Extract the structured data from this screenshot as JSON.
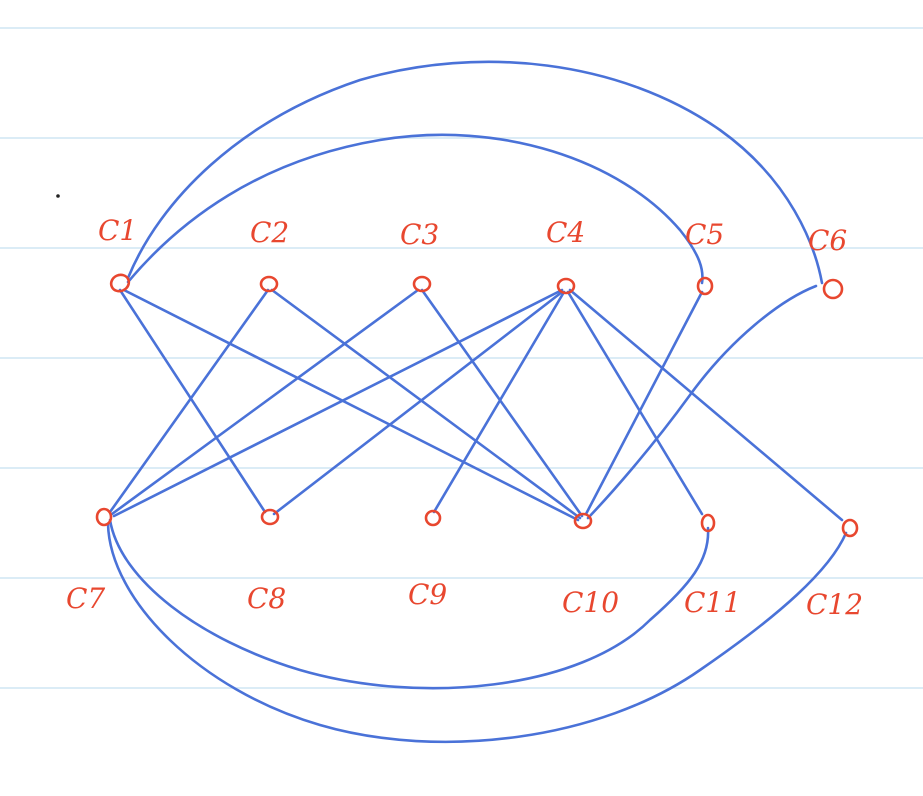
{
  "colors": {
    "paper": "#ffffff",
    "ruled_line": "#cfe6f3",
    "edge": "#4a72d8",
    "node": "#e8472f"
  },
  "nodes": [
    {
      "id": "c1",
      "label": "C1",
      "row": "top"
    },
    {
      "id": "c2",
      "label": "C2",
      "row": "top"
    },
    {
      "id": "c3",
      "label": "C3",
      "row": "top"
    },
    {
      "id": "c4",
      "label": "C4",
      "row": "top"
    },
    {
      "id": "c5",
      "label": "C5",
      "row": "top"
    },
    {
      "id": "c6",
      "label": "C6",
      "row": "top"
    },
    {
      "id": "c7",
      "label": "C7",
      "row": "bottom"
    },
    {
      "id": "c8",
      "label": "C8",
      "row": "bottom"
    },
    {
      "id": "c9",
      "label": "C9",
      "row": "bottom"
    },
    {
      "id": "c10",
      "label": "C10",
      "row": "bottom"
    },
    {
      "id": "c11",
      "label": "C11",
      "row": "bottom"
    },
    {
      "id": "c12",
      "label": "C12",
      "row": "bottom"
    }
  ],
  "edges": [
    [
      "c1",
      "c6"
    ],
    [
      "c1",
      "c5"
    ],
    [
      "c1",
      "c8"
    ],
    [
      "c1",
      "c10"
    ],
    [
      "c2",
      "c7"
    ],
    [
      "c2",
      "c10"
    ],
    [
      "c3",
      "c7"
    ],
    [
      "c3",
      "c10"
    ],
    [
      "c4",
      "c7"
    ],
    [
      "c4",
      "c8"
    ],
    [
      "c4",
      "c9"
    ],
    [
      "c4",
      "c11"
    ],
    [
      "c4",
      "c12"
    ],
    [
      "c5",
      "c10"
    ],
    [
      "c6",
      "c10"
    ],
    [
      "c7",
      "c11"
    ],
    [
      "c7",
      "c12"
    ]
  ]
}
